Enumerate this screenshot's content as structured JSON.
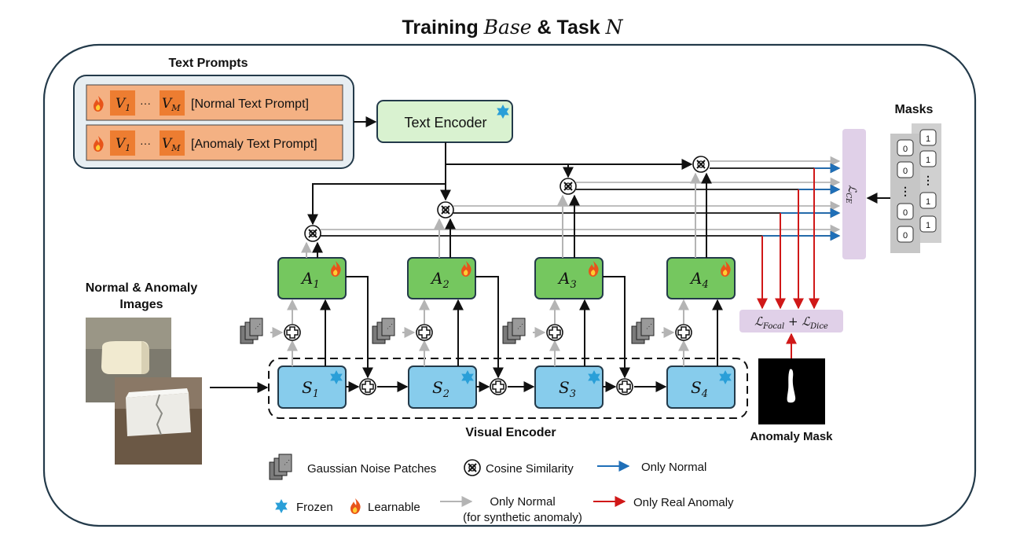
{
  "title": {
    "prefix": "Training",
    "base": "Base",
    "amp": "&",
    "task": "Task",
    "n": "N"
  },
  "text_prompts": {
    "heading": "Text Prompts",
    "v1": "V",
    "v1_sub": "1",
    "dots": "···",
    "vm": "V",
    "vm_sub": "M",
    "normal_prompt": "[Normal Text Prompt]",
    "anomaly_prompt": "[Anomaly Text Prompt]"
  },
  "text_encoder": {
    "label": "Text Encoder"
  },
  "adapters": [
    {
      "sym": "A",
      "sub": "1"
    },
    {
      "sym": "A",
      "sub": "2"
    },
    {
      "sym": "A",
      "sub": "3"
    },
    {
      "sym": "A",
      "sub": "4"
    }
  ],
  "stages": [
    {
      "sym": "S",
      "sub": "1"
    },
    {
      "sym": "S",
      "sub": "2"
    },
    {
      "sym": "S",
      "sub": "3"
    },
    {
      "sym": "S",
      "sub": "4"
    }
  ],
  "visual_encoder": {
    "label": "Visual Encoder"
  },
  "images": {
    "heading_line1": "Normal & Anomaly",
    "heading_line2": "Images"
  },
  "loss_ce": {
    "script": "ℒ",
    "sub": "CE"
  },
  "loss_focal_dice": {
    "script1": "ℒ",
    "sub1": "Focal",
    "plus": "+",
    "script2": "ℒ",
    "sub2": "Dice"
  },
  "masks": {
    "heading": "Masks",
    "front_values": [
      "0",
      "0",
      "⋮",
      "0",
      "0"
    ],
    "back_values": [
      "1",
      "1",
      "⋮",
      "1",
      "1"
    ]
  },
  "anomaly_mask": {
    "label": "Anomaly Mask"
  },
  "legend": {
    "gaussian": "Gaussian Noise Patches",
    "cosine": "Cosine Similarity",
    "only_normal_blue": "Only Normal",
    "frozen": "Frozen",
    "learnable": "Learnable",
    "only_normal_gray_line1": "Only Normal",
    "only_normal_gray_line2": "(for synthetic anomaly)",
    "only_real_anomaly": "Only Real Anomaly"
  },
  "colors": {
    "prompt_fill": "#f4b183",
    "token_fill": "#ed7d31",
    "encoder_fill": "#d9f2d0",
    "adapter_fill": "#75c75f",
    "stage_fill": "#87ccec",
    "loss_fill": "#e0d0e8",
    "mask_panel": "#d0d0d0",
    "blue_arrow": "#1f6fb8",
    "gray_arrow": "#b4b4b4",
    "red_arrow": "#d01818",
    "frame": "#233a4a"
  }
}
